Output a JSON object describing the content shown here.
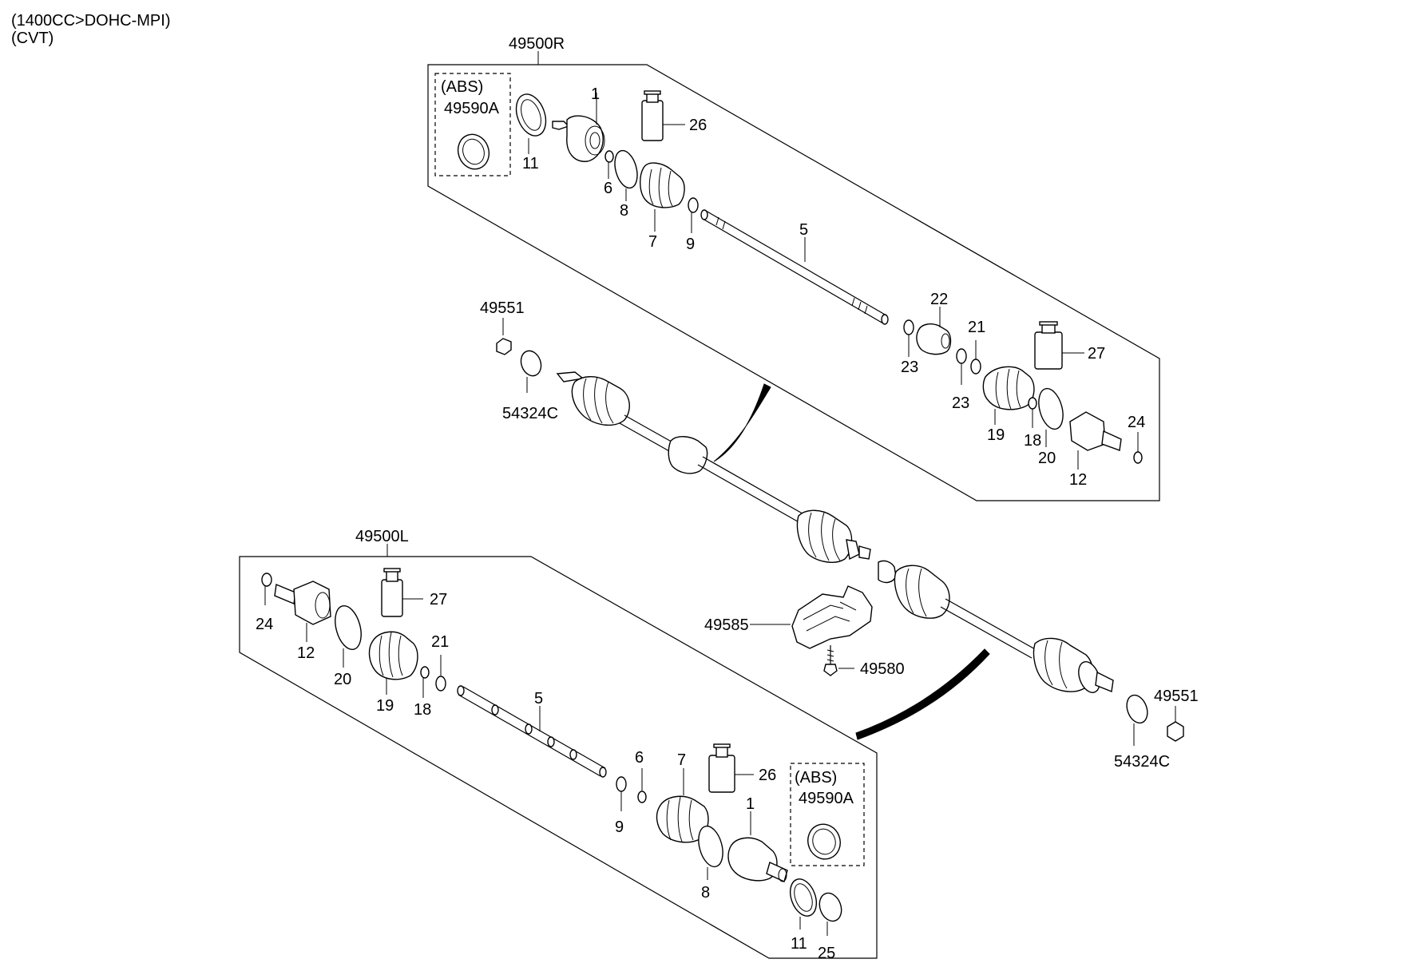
{
  "header": {
    "engine": "(1400CC>DOHC-MPI)",
    "transmission": "(CVT)"
  },
  "assemblies": {
    "right": {
      "number": "49500R",
      "abs_note": "(ABS)",
      "abs_part": "49590A"
    },
    "left": {
      "number": "49500L",
      "abs_note": "(ABS)",
      "abs_part": "49590A"
    }
  },
  "callouts": {
    "r_1": "1",
    "r_11": "11",
    "r_26": "26",
    "r_6": "6",
    "r_8": "8",
    "r_7": "7",
    "r_9": "9",
    "r_5": "5",
    "r_22": "22",
    "r_21": "21",
    "r_27": "27",
    "r_23a": "23",
    "r_23b": "23",
    "r_19": "19",
    "r_18": "18",
    "r_20": "20",
    "r_12": "12",
    "r_24": "24",
    "c_49551_top": "49551",
    "c_54324c_top": "54324C",
    "c_49585": "49585",
    "c_49580": "49580",
    "c_49551_bot": "49551",
    "c_54324c_bot": "54324C",
    "l_24": "24",
    "l_12": "12",
    "l_27": "27",
    "l_20": "20",
    "l_19": "19",
    "l_21": "21",
    "l_18": "18",
    "l_5": "5",
    "l_6": "6",
    "l_7": "7",
    "l_26": "26",
    "l_9": "9",
    "l_1": "1",
    "l_8": "8",
    "l_11": "11",
    "l_25": "25"
  }
}
